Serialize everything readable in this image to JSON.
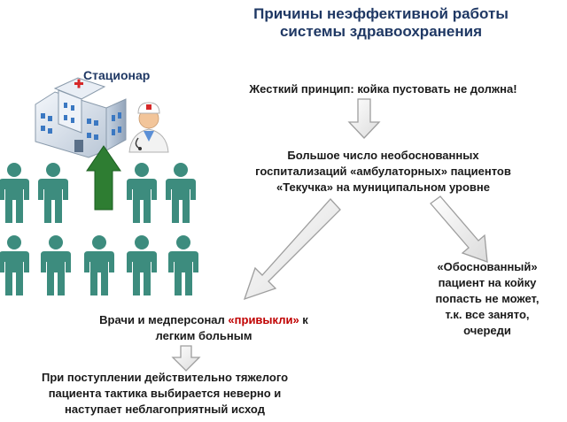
{
  "title": {
    "line1": "Причины неэффективной работы",
    "line2": "системы здравоохранения"
  },
  "hospital_label": "Стационар",
  "principle": "Жесткий принцип: койка пустовать не должна!",
  "many_hospitalizations": {
    "line1": "Большое число необоснованных",
    "line2": "госпитализаций «амбулаторных» пациентов",
    "line3": "«Текучка» на муниципальном уровне"
  },
  "justified_patient": {
    "line1": "«Обоснованный»",
    "line2": "пациент на койку",
    "line3": "попасть не может,",
    "line4": "т.к. все занято,",
    "line5": "очереди"
  },
  "doctors": {
    "before": "Врачи и медперсонал",
    "highlight": "«привыкли»",
    "after": " к",
    "line2": "легким больным"
  },
  "tactics": {
    "line1": "При поступлении действительно тяжелого",
    "line2": "пациента тактика выбирается неверно и",
    "line3": "наступает неблагоприятный исход"
  },
  "colors": {
    "title": "#1f3864",
    "highlight": "#c00000",
    "people": "#3d8c7e",
    "up_arrow": "#2e7d32",
    "flow_arrow_fill": "#ffffff",
    "flow_arrow_stroke": "#9e9e9e"
  }
}
